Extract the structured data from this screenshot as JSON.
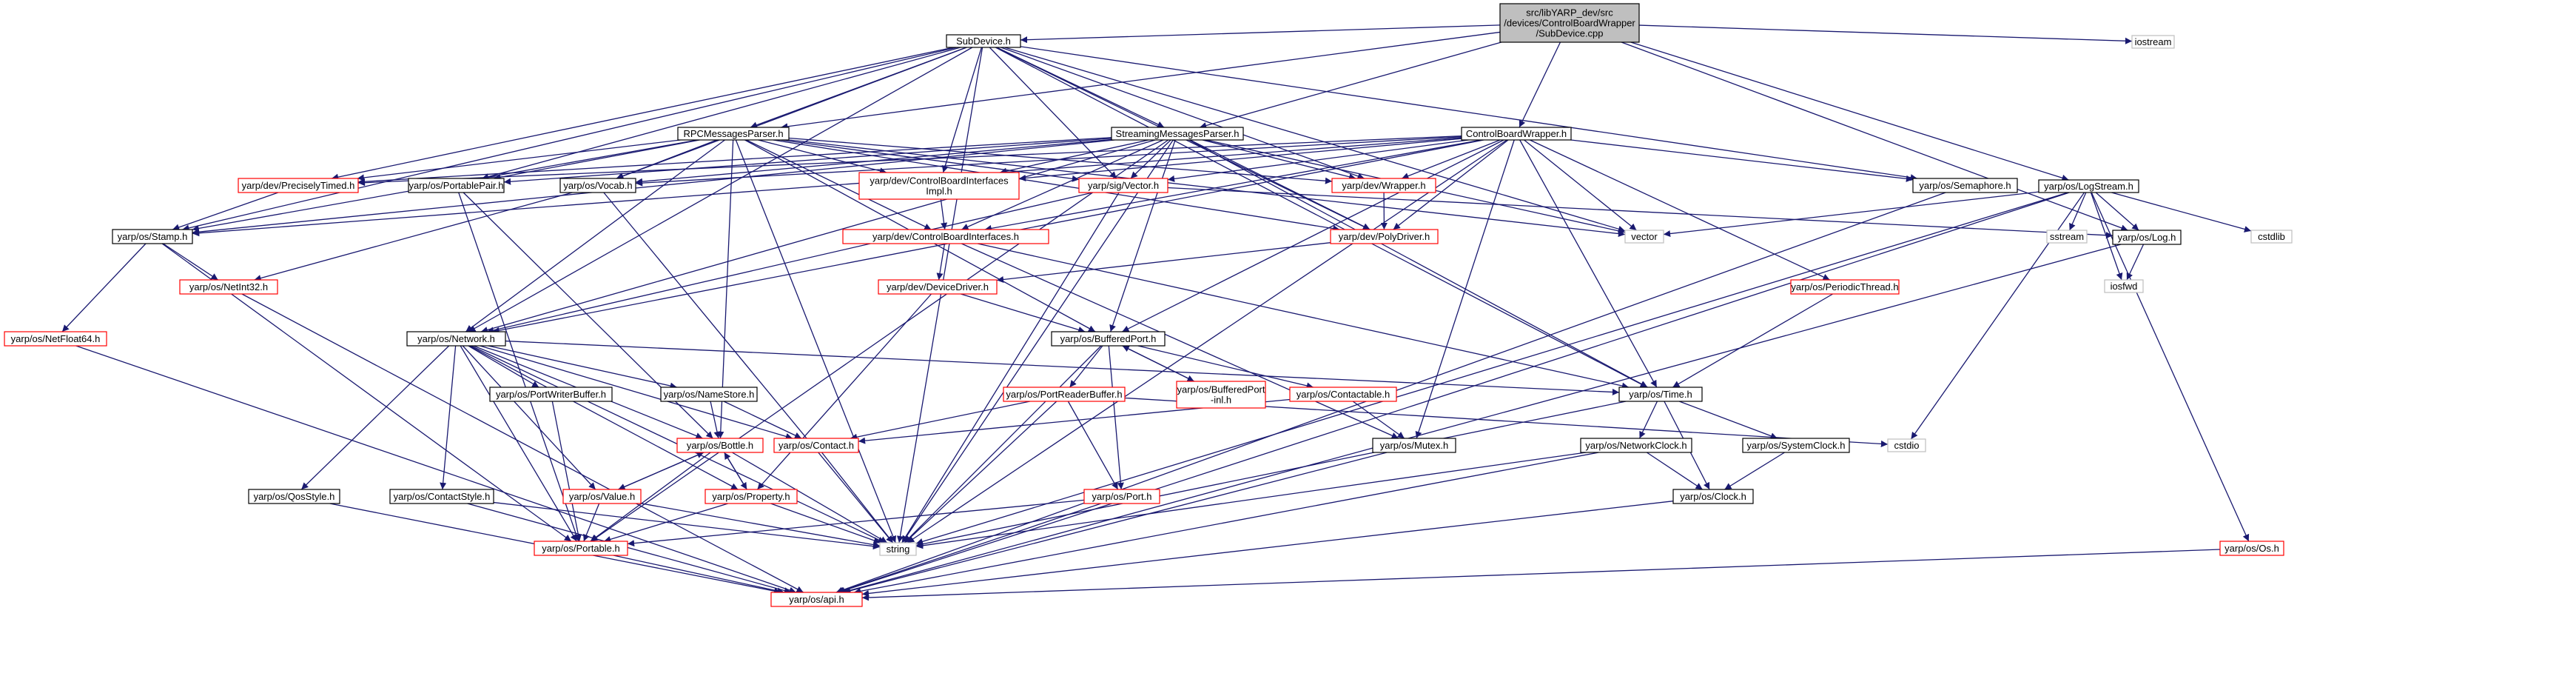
{
  "graph": {
    "colors": {
      "normal_border": "#000000",
      "link_border": "#ff0000",
      "external_border": "#bfbfbf",
      "root_fill": "#bfbfbf",
      "text": "#000000",
      "edge": "#191970"
    },
    "nodes": [
      {
        "id": "root",
        "lines": [
          "src/libYARP_dev/src",
          "/devices/ControlBoardWrapper",
          "/SubDevice.cpp"
        ],
        "style": "root"
      },
      {
        "id": "subdevice",
        "lines": [
          "SubDevice.h"
        ],
        "style": "normal"
      },
      {
        "id": "iostream",
        "lines": [
          "iostream"
        ],
        "style": "external"
      },
      {
        "id": "rpcparser",
        "lines": [
          "RPCMessagesParser.h"
        ],
        "style": "normal"
      },
      {
        "id": "streamparser",
        "lines": [
          "StreamingMessagesParser.h"
        ],
        "style": "normal"
      },
      {
        "id": "cbwrapper",
        "lines": [
          "ControlBoardWrapper.h"
        ],
        "style": "normal"
      },
      {
        "id": "logstream",
        "lines": [
          "yarp/os/LogStream.h"
        ],
        "style": "normal"
      },
      {
        "id": "precisely",
        "lines": [
          "yarp/dev/PreciselyTimed.h"
        ],
        "style": "link"
      },
      {
        "id": "portablepair",
        "lines": [
          "yarp/os/PortablePair.h"
        ],
        "style": "normal"
      },
      {
        "id": "vocab",
        "lines": [
          "yarp/os/Vocab.h"
        ],
        "style": "normal"
      },
      {
        "id": "cbiimpl",
        "lines": [
          "yarp/dev/ControlBoardInterfaces",
          "Impl.h"
        ],
        "style": "link"
      },
      {
        "id": "vector",
        "lines": [
          "yarp/sig/Vector.h"
        ],
        "style": "link"
      },
      {
        "id": "wrapper",
        "lines": [
          "yarp/dev/Wrapper.h"
        ],
        "style": "link"
      },
      {
        "id": "semaphore",
        "lines": [
          "yarp/os/Semaphore.h"
        ],
        "style": "normal"
      },
      {
        "id": "stamp",
        "lines": [
          "yarp/os/Stamp.h"
        ],
        "style": "normal"
      },
      {
        "id": "cbi",
        "lines": [
          "yarp/dev/ControlBoardInterfaces.h"
        ],
        "style": "link"
      },
      {
        "id": "polydriver",
        "lines": [
          "yarp/dev/PolyDriver.h"
        ],
        "style": "link"
      },
      {
        "id": "stdvector",
        "lines": [
          "vector"
        ],
        "style": "external"
      },
      {
        "id": "log",
        "lines": [
          "yarp/os/Log.h"
        ],
        "style": "normal"
      },
      {
        "id": "sstream",
        "lines": [
          "sstream"
        ],
        "style": "external"
      },
      {
        "id": "cstdlib",
        "lines": [
          "cstdlib"
        ],
        "style": "external"
      },
      {
        "id": "netint32",
        "lines": [
          "yarp/os/NetInt32.h"
        ],
        "style": "link"
      },
      {
        "id": "devicedriver",
        "lines": [
          "yarp/dev/DeviceDriver.h"
        ],
        "style": "link"
      },
      {
        "id": "periodic",
        "lines": [
          "yarp/os/PeriodicThread.h"
        ],
        "style": "link"
      },
      {
        "id": "iosfwd",
        "lines": [
          "iosfwd"
        ],
        "style": "external"
      },
      {
        "id": "netfloat64",
        "lines": [
          "yarp/os/NetFloat64.h"
        ],
        "style": "link"
      },
      {
        "id": "network",
        "lines": [
          "yarp/os/Network.h"
        ],
        "style": "normal"
      },
      {
        "id": "bufport",
        "lines": [
          "yarp/os/BufferedPort.h"
        ],
        "style": "normal"
      },
      {
        "id": "portwriter",
        "lines": [
          "yarp/os/PortWriterBuffer.h"
        ],
        "style": "normal"
      },
      {
        "id": "namestore",
        "lines": [
          "yarp/os/NameStore.h"
        ],
        "style": "normal"
      },
      {
        "id": "portreader",
        "lines": [
          "yarp/os/PortReaderBuffer.h"
        ],
        "style": "link"
      },
      {
        "id": "bufportinl",
        "lines": [
          "yarp/os/BufferedPort",
          "-inl.h"
        ],
        "style": "link"
      },
      {
        "id": "contactable",
        "lines": [
          "yarp/os/Contactable.h"
        ],
        "style": "link"
      },
      {
        "id": "time",
        "lines": [
          "yarp/os/Time.h"
        ],
        "style": "normal"
      },
      {
        "id": "bottle",
        "lines": [
          "yarp/os/Bottle.h"
        ],
        "style": "link"
      },
      {
        "id": "contact",
        "lines": [
          "yarp/os/Contact.h"
        ],
        "style": "link"
      },
      {
        "id": "cstdio",
        "lines": [
          "cstdio"
        ],
        "style": "external"
      },
      {
        "id": "mutex",
        "lines": [
          "yarp/os/Mutex.h"
        ],
        "style": "normal"
      },
      {
        "id": "netclock",
        "lines": [
          "yarp/os/NetworkClock.h"
        ],
        "style": "normal"
      },
      {
        "id": "sysclock",
        "lines": [
          "yarp/os/SystemClock.h"
        ],
        "style": "normal"
      },
      {
        "id": "qosstyle",
        "lines": [
          "yarp/os/QosStyle.h"
        ],
        "style": "normal"
      },
      {
        "id": "contactstyle",
        "lines": [
          "yarp/os/ContactStyle.h"
        ],
        "style": "normal"
      },
      {
        "id": "value",
        "lines": [
          "yarp/os/Value.h"
        ],
        "style": "link"
      },
      {
        "id": "property",
        "lines": [
          "yarp/os/Property.h"
        ],
        "style": "link"
      },
      {
        "id": "port",
        "lines": [
          "yarp/os/Port.h"
        ],
        "style": "link"
      },
      {
        "id": "clock",
        "lines": [
          "yarp/os/Clock.h"
        ],
        "style": "normal"
      },
      {
        "id": "portable",
        "lines": [
          "yarp/os/Portable.h"
        ],
        "style": "link"
      },
      {
        "id": "string",
        "lines": [
          "string"
        ],
        "style": "external"
      },
      {
        "id": "os",
        "lines": [
          "yarp/os/Os.h"
        ],
        "style": "link"
      },
      {
        "id": "api",
        "lines": [
          "yarp/os/api.h"
        ],
        "style": "link"
      }
    ],
    "edges": [
      [
        "root",
        "subdevice"
      ],
      [
        "root",
        "rpcparser"
      ],
      [
        "root",
        "streamparser"
      ],
      [
        "root",
        "cbwrapper"
      ],
      [
        "root",
        "logstream"
      ],
      [
        "root",
        "log"
      ],
      [
        "root",
        "iostream"
      ],
      [
        "subdevice",
        "rpcparser"
      ],
      [
        "subdevice",
        "streamparser"
      ],
      [
        "subdevice",
        "precisely"
      ],
      [
        "subdevice",
        "portablepair"
      ],
      [
        "subdevice",
        "vocab"
      ],
      [
        "subdevice",
        "cbiimpl"
      ],
      [
        "subdevice",
        "vector"
      ],
      [
        "subdevice",
        "wrapper"
      ],
      [
        "subdevice",
        "polydriver"
      ],
      [
        "subdevice",
        "stdvector"
      ],
      [
        "subdevice",
        "semaphore"
      ],
      [
        "subdevice",
        "stamp"
      ],
      [
        "subdevice",
        "network"
      ],
      [
        "subdevice",
        "time"
      ],
      [
        "subdevice",
        "string"
      ],
      [
        "rpcparser",
        "precisely"
      ],
      [
        "rpcparser",
        "portablepair"
      ],
      [
        "rpcparser",
        "vocab"
      ],
      [
        "rpcparser",
        "stamp"
      ],
      [
        "rpcparser",
        "cbiimpl"
      ],
      [
        "rpcparser",
        "vector"
      ],
      [
        "rpcparser",
        "wrapper"
      ],
      [
        "rpcparser",
        "cbi"
      ],
      [
        "rpcparser",
        "polydriver"
      ],
      [
        "rpcparser",
        "stdvector"
      ],
      [
        "rpcparser",
        "network"
      ],
      [
        "rpcparser",
        "bufport"
      ],
      [
        "rpcparser",
        "bottle"
      ],
      [
        "rpcparser",
        "string"
      ],
      [
        "streamparser",
        "precisely"
      ],
      [
        "streamparser",
        "portablepair"
      ],
      [
        "streamparser",
        "vocab"
      ],
      [
        "streamparser",
        "cbiimpl"
      ],
      [
        "streamparser",
        "vector"
      ],
      [
        "streamparser",
        "wrapper"
      ],
      [
        "streamparser",
        "cbi"
      ],
      [
        "streamparser",
        "polydriver"
      ],
      [
        "streamparser",
        "stamp"
      ],
      [
        "streamparser",
        "bufport"
      ],
      [
        "streamparser",
        "stdvector"
      ],
      [
        "streamparser",
        "time"
      ],
      [
        "streamparser",
        "string"
      ],
      [
        "streamparser",
        "portable"
      ],
      [
        "streamparser",
        "network"
      ],
      [
        "cbwrapper",
        "precisely"
      ],
      [
        "cbwrapper",
        "vocab"
      ],
      [
        "cbwrapper",
        "cbiimpl"
      ],
      [
        "cbwrapper",
        "vector"
      ],
      [
        "cbwrapper",
        "wrapper"
      ],
      [
        "cbwrapper",
        "semaphore"
      ],
      [
        "cbwrapper",
        "cbi"
      ],
      [
        "cbwrapper",
        "polydriver"
      ],
      [
        "cbwrapper",
        "stdvector"
      ],
      [
        "cbwrapper",
        "stamp"
      ],
      [
        "cbwrapper",
        "bufport"
      ],
      [
        "cbwrapper",
        "periodic"
      ],
      [
        "cbwrapper",
        "time"
      ],
      [
        "cbwrapper",
        "mutex"
      ],
      [
        "cbwrapper",
        "string"
      ],
      [
        "cbwrapper",
        "network"
      ],
      [
        "logstream",
        "stdvector"
      ],
      [
        "logstream",
        "log"
      ],
      [
        "logstream",
        "sstream"
      ],
      [
        "logstream",
        "cstdlib"
      ],
      [
        "logstream",
        "iosfwd"
      ],
      [
        "logstream",
        "cstdio"
      ],
      [
        "logstream",
        "os"
      ],
      [
        "logstream",
        "api"
      ],
      [
        "logstream",
        "string"
      ],
      [
        "precisely",
        "stamp"
      ],
      [
        "portablepair",
        "portable"
      ],
      [
        "portablepair",
        "bottle"
      ],
      [
        "vocab",
        "netint32"
      ],
      [
        "vocab",
        "string"
      ],
      [
        "cbiimpl",
        "cbi"
      ],
      [
        "vector",
        "log"
      ],
      [
        "vector",
        "string"
      ],
      [
        "vector",
        "network"
      ],
      [
        "wrapper",
        "polydriver"
      ],
      [
        "semaphore",
        "api"
      ],
      [
        "stamp",
        "netint32"
      ],
      [
        "stamp",
        "netfloat64"
      ],
      [
        "stamp",
        "portable"
      ],
      [
        "cbi",
        "devicedriver"
      ],
      [
        "cbi",
        "time"
      ],
      [
        "cbi",
        "mutex"
      ],
      [
        "polydriver",
        "devicedriver"
      ],
      [
        "log",
        "iosfwd"
      ],
      [
        "log",
        "api"
      ],
      [
        "netint32",
        "api"
      ],
      [
        "devicedriver",
        "bufport"
      ],
      [
        "devicedriver",
        "property"
      ],
      [
        "periodic",
        "time"
      ],
      [
        "netfloat64",
        "api"
      ],
      [
        "network",
        "portwriter"
      ],
      [
        "network",
        "namestore"
      ],
      [
        "network",
        "contact"
      ],
      [
        "network",
        "bottle"
      ],
      [
        "network",
        "value"
      ],
      [
        "network",
        "property"
      ],
      [
        "network",
        "qosstyle"
      ],
      [
        "network",
        "contactstyle"
      ],
      [
        "network",
        "portable"
      ],
      [
        "network",
        "time"
      ],
      [
        "network",
        "string"
      ],
      [
        "bufport",
        "portreader"
      ],
      [
        "bufport",
        "bufportinl"
      ],
      [
        "bufport",
        "contactable"
      ],
      [
        "bufport",
        "port"
      ],
      [
        "bufport",
        "string"
      ],
      [
        "portwriter",
        "portable"
      ],
      [
        "namestore",
        "contact"
      ],
      [
        "namestore",
        "bottle"
      ],
      [
        "portreader",
        "contact"
      ],
      [
        "portreader",
        "cstdio"
      ],
      [
        "portreader",
        "port"
      ],
      [
        "portreader",
        "string"
      ],
      [
        "bufportinl",
        "bufport"
      ],
      [
        "contactable",
        "contact"
      ],
      [
        "contactable",
        "mutex"
      ],
      [
        "time",
        "netclock"
      ],
      [
        "time",
        "sysclock"
      ],
      [
        "time",
        "clock"
      ],
      [
        "time",
        "string"
      ],
      [
        "bottle",
        "value"
      ],
      [
        "bottle",
        "property"
      ],
      [
        "bottle",
        "portable"
      ],
      [
        "bottle",
        "string"
      ],
      [
        "contact",
        "string"
      ],
      [
        "mutex",
        "api"
      ],
      [
        "netclock",
        "clock"
      ],
      [
        "netclock",
        "api"
      ],
      [
        "netclock",
        "string"
      ],
      [
        "sysclock",
        "clock"
      ],
      [
        "qosstyle",
        "api"
      ],
      [
        "contactstyle",
        "string"
      ],
      [
        "contactstyle",
        "api"
      ],
      [
        "value",
        "bottle"
      ],
      [
        "value",
        "portable"
      ],
      [
        "value",
        "string"
      ],
      [
        "property",
        "bottle"
      ],
      [
        "property",
        "portable"
      ],
      [
        "property",
        "string"
      ],
      [
        "port",
        "portable"
      ],
      [
        "port",
        "api"
      ],
      [
        "clock",
        "api"
      ],
      [
        "portable",
        "api"
      ],
      [
        "os",
        "api"
      ]
    ]
  }
}
